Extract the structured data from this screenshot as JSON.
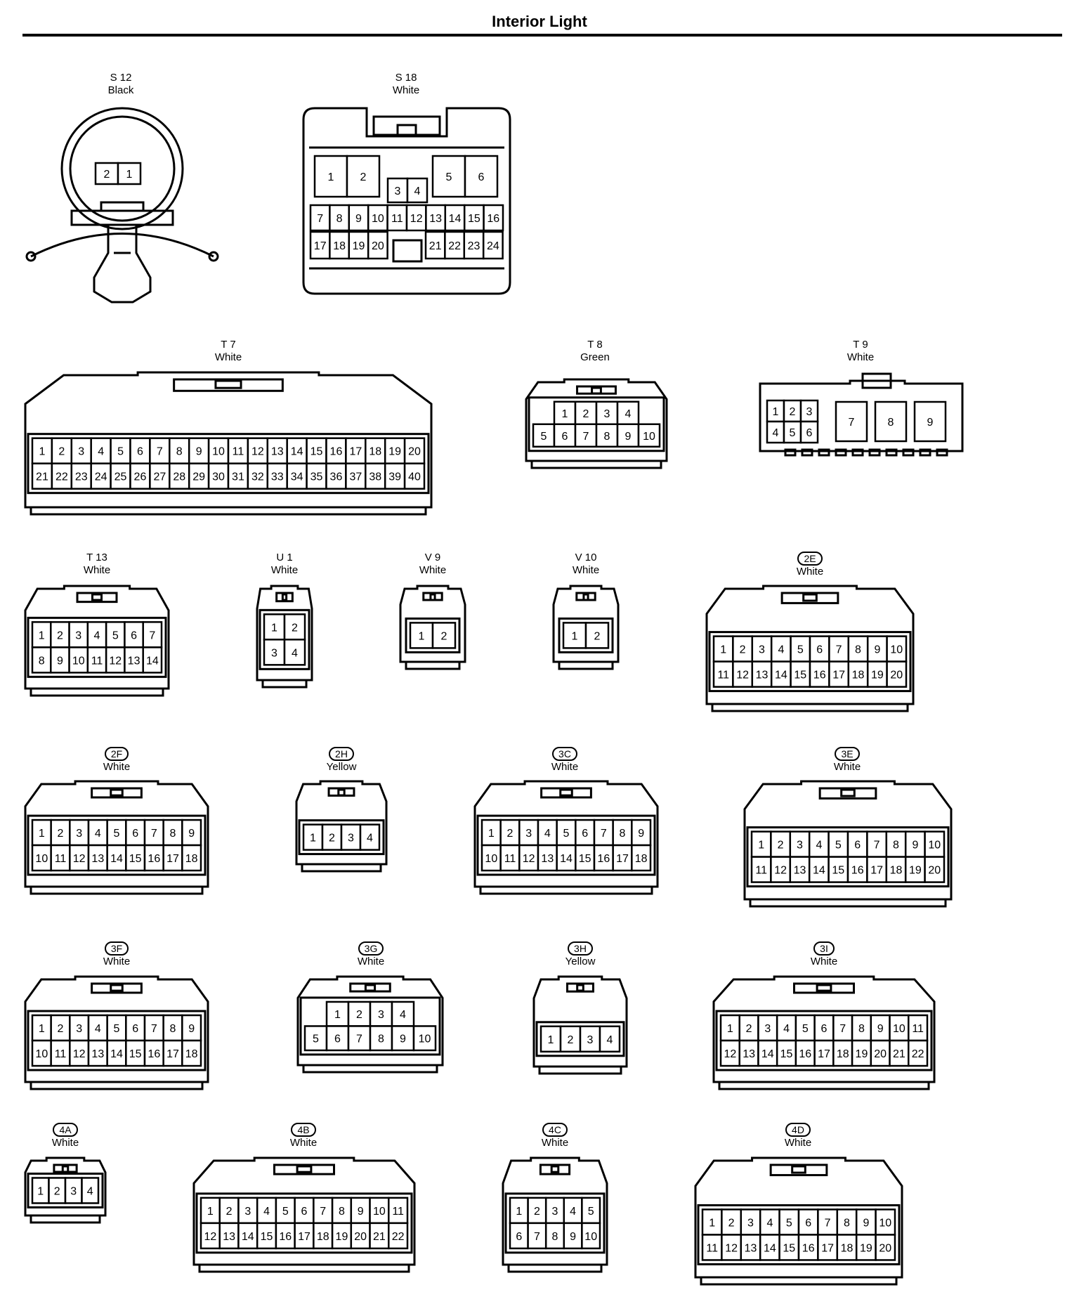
{
  "title": "Interior Light",
  "connectors": [
    {
      "id": "s12",
      "code": "S 12",
      "color": "Black",
      "pill": false,
      "rows": [
        [
          "2",
          "1"
        ]
      ]
    },
    {
      "id": "s18",
      "code": "S 18",
      "color": "White",
      "pill": false,
      "top": [
        "1",
        "2",
        "3",
        "4",
        "5",
        "6"
      ],
      "rows": [
        [
          "7",
          "8",
          "9",
          "10",
          "11",
          "12",
          "13",
          "14",
          "15",
          "16"
        ],
        [
          "17",
          "18",
          "19",
          "20",
          "21",
          "22",
          "23",
          "24"
        ]
      ]
    },
    {
      "id": "t7",
      "code": "T 7",
      "color": "White",
      "pill": false,
      "rows": [
        [
          "1",
          "2",
          "3",
          "4",
          "5",
          "6",
          "7",
          "8",
          "9",
          "10",
          "11",
          "12",
          "13",
          "14",
          "15",
          "16",
          "17",
          "18",
          "19",
          "20"
        ],
        [
          "21",
          "22",
          "23",
          "24",
          "25",
          "26",
          "27",
          "28",
          "29",
          "30",
          "31",
          "32",
          "33",
          "34",
          "35",
          "36",
          "37",
          "38",
          "39",
          "40"
        ]
      ]
    },
    {
      "id": "t8",
      "code": "T 8",
      "color": "Green",
      "pill": false,
      "rows": [
        [
          "1",
          "2",
          "3",
          "4"
        ],
        [
          "5",
          "6",
          "7",
          "8",
          "9",
          "10"
        ]
      ]
    },
    {
      "id": "t9",
      "code": "T 9",
      "color": "White",
      "pill": false,
      "rows": [
        [
          "1",
          "2",
          "3"
        ],
        [
          "4",
          "5",
          "6"
        ]
      ],
      "big": [
        "7",
        "8",
        "9"
      ]
    },
    {
      "id": "t13",
      "code": "T 13",
      "color": "White",
      "pill": false,
      "rows": [
        [
          "1",
          "2",
          "3",
          "4",
          "5",
          "6",
          "7"
        ],
        [
          "8",
          "9",
          "10",
          "11",
          "12",
          "13",
          "14"
        ]
      ]
    },
    {
      "id": "u1",
      "code": "U 1",
      "color": "White",
      "pill": false,
      "rows": [
        [
          "1",
          "2"
        ],
        [
          "3",
          "4"
        ]
      ]
    },
    {
      "id": "v9",
      "code": "V 9",
      "color": "White",
      "pill": false,
      "rows": [
        [
          "1",
          "2"
        ]
      ]
    },
    {
      "id": "v10",
      "code": "V 10",
      "color": "White",
      "pill": false,
      "rows": [
        [
          "1",
          "2"
        ]
      ]
    },
    {
      "id": "c2e",
      "code": "2E",
      "color": "White",
      "pill": true,
      "rows": [
        [
          "1",
          "2",
          "3",
          "4",
          "5",
          "6",
          "7",
          "8",
          "9",
          "10"
        ],
        [
          "11",
          "12",
          "13",
          "14",
          "15",
          "16",
          "17",
          "18",
          "19",
          "20"
        ]
      ]
    },
    {
      "id": "c2f",
      "code": "2F",
      "color": "White",
      "pill": true,
      "rows": [
        [
          "1",
          "2",
          "3",
          "4",
          "5",
          "6",
          "7",
          "8",
          "9"
        ],
        [
          "10",
          "11",
          "12",
          "13",
          "14",
          "15",
          "16",
          "17",
          "18"
        ]
      ]
    },
    {
      "id": "c2h",
      "code": "2H",
      "color": "Yellow",
      "pill": true,
      "rows": [
        [
          "1",
          "2",
          "3",
          "4"
        ]
      ]
    },
    {
      "id": "c3c",
      "code": "3C",
      "color": "White",
      "pill": true,
      "rows": [
        [
          "1",
          "2",
          "3",
          "4",
          "5",
          "6",
          "7",
          "8",
          "9"
        ],
        [
          "10",
          "11",
          "12",
          "13",
          "14",
          "15",
          "16",
          "17",
          "18"
        ]
      ]
    },
    {
      "id": "c3e",
      "code": "3E",
      "color": "White",
      "pill": true,
      "rows": [
        [
          "1",
          "2",
          "3",
          "4",
          "5",
          "6",
          "7",
          "8",
          "9",
          "10"
        ],
        [
          "11",
          "12",
          "13",
          "14",
          "15",
          "16",
          "17",
          "18",
          "19",
          "20"
        ]
      ]
    },
    {
      "id": "c3f",
      "code": "3F",
      "color": "White",
      "pill": true,
      "rows": [
        [
          "1",
          "2",
          "3",
          "4",
          "5",
          "6",
          "7",
          "8",
          "9"
        ],
        [
          "10",
          "11",
          "12",
          "13",
          "14",
          "15",
          "16",
          "17",
          "18"
        ]
      ]
    },
    {
      "id": "c3g",
      "code": "3G",
      "color": "White",
      "pill": true,
      "rows": [
        [
          "1",
          "2",
          "3",
          "4"
        ],
        [
          "5",
          "6",
          "7",
          "8",
          "9",
          "10"
        ]
      ]
    },
    {
      "id": "c3h",
      "code": "3H",
      "color": "Yellow",
      "pill": true,
      "rows": [
        [
          "1",
          "2",
          "3",
          "4"
        ]
      ]
    },
    {
      "id": "c3i",
      "code": "3I",
      "color": "White",
      "pill": true,
      "rows": [
        [
          "1",
          "2",
          "3",
          "4",
          "5",
          "6",
          "7",
          "8",
          "9",
          "10",
          "11"
        ],
        [
          "12",
          "13",
          "14",
          "15",
          "16",
          "17",
          "18",
          "19",
          "20",
          "21",
          "22"
        ]
      ]
    },
    {
      "id": "c4a",
      "code": "4A",
      "color": "White",
      "pill": true,
      "rows": [
        [
          "1",
          "2",
          "3",
          "4"
        ]
      ]
    },
    {
      "id": "c4b",
      "code": "4B",
      "color": "White",
      "pill": true,
      "rows": [
        [
          "1",
          "2",
          "3",
          "4",
          "5",
          "6",
          "7",
          "8",
          "9",
          "10",
          "11"
        ],
        [
          "12",
          "13",
          "14",
          "15",
          "16",
          "17",
          "18",
          "19",
          "20",
          "21",
          "22"
        ]
      ]
    },
    {
      "id": "c4c",
      "code": "4C",
      "color": "White",
      "pill": true,
      "rows": [
        [
          "1",
          "2",
          "3",
          "4",
          "5"
        ],
        [
          "6",
          "7",
          "8",
          "9",
          "10"
        ]
      ]
    },
    {
      "id": "c4d",
      "code": "4D",
      "color": "White",
      "pill": true,
      "rows": [
        [
          "1",
          "2",
          "3",
          "4",
          "5",
          "6",
          "7",
          "8",
          "9",
          "10"
        ],
        [
          "11",
          "12",
          "13",
          "14",
          "15",
          "16",
          "17",
          "18",
          "19",
          "20"
        ]
      ]
    }
  ]
}
